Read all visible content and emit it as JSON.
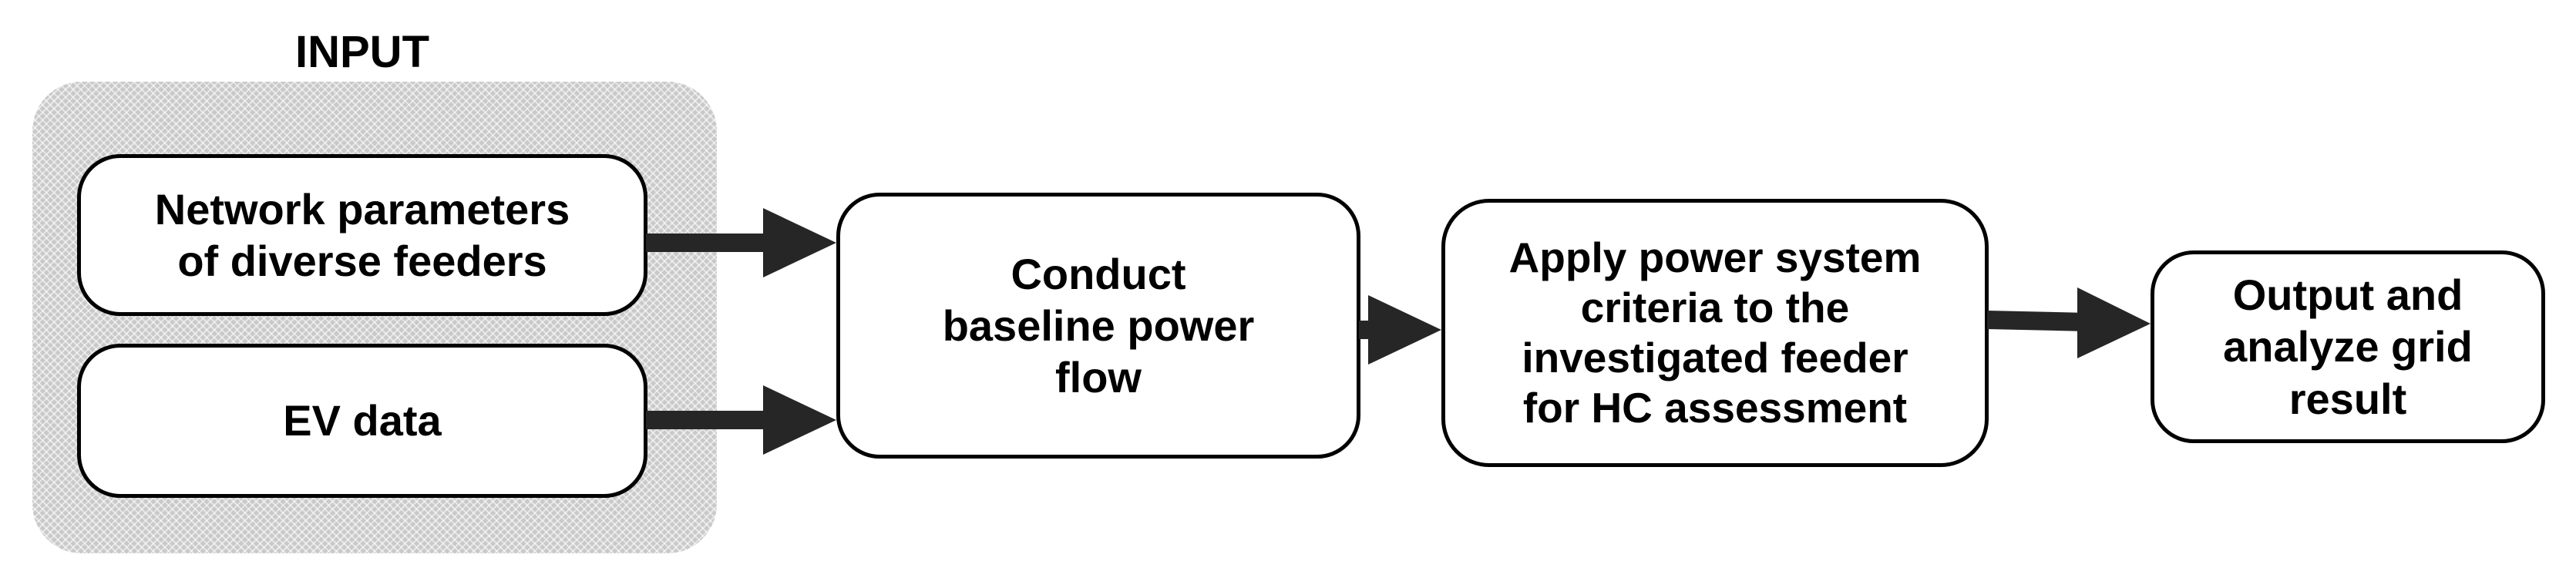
{
  "diagram": {
    "input_label": "INPUT",
    "nodes": {
      "network": "Network parameters\nof diverse feeders",
      "ev": "EV data",
      "baseline": "Conduct\nbaseline power\nflow",
      "apply": "Apply power system\ncriteria to the\ninvestigated feeder\nfor HC assessment",
      "output": "Output and\nanalyze grid\nresult"
    },
    "colors": {
      "panel": "#c9c9c9",
      "box_border": "#000000",
      "arrow": "#262626"
    }
  }
}
